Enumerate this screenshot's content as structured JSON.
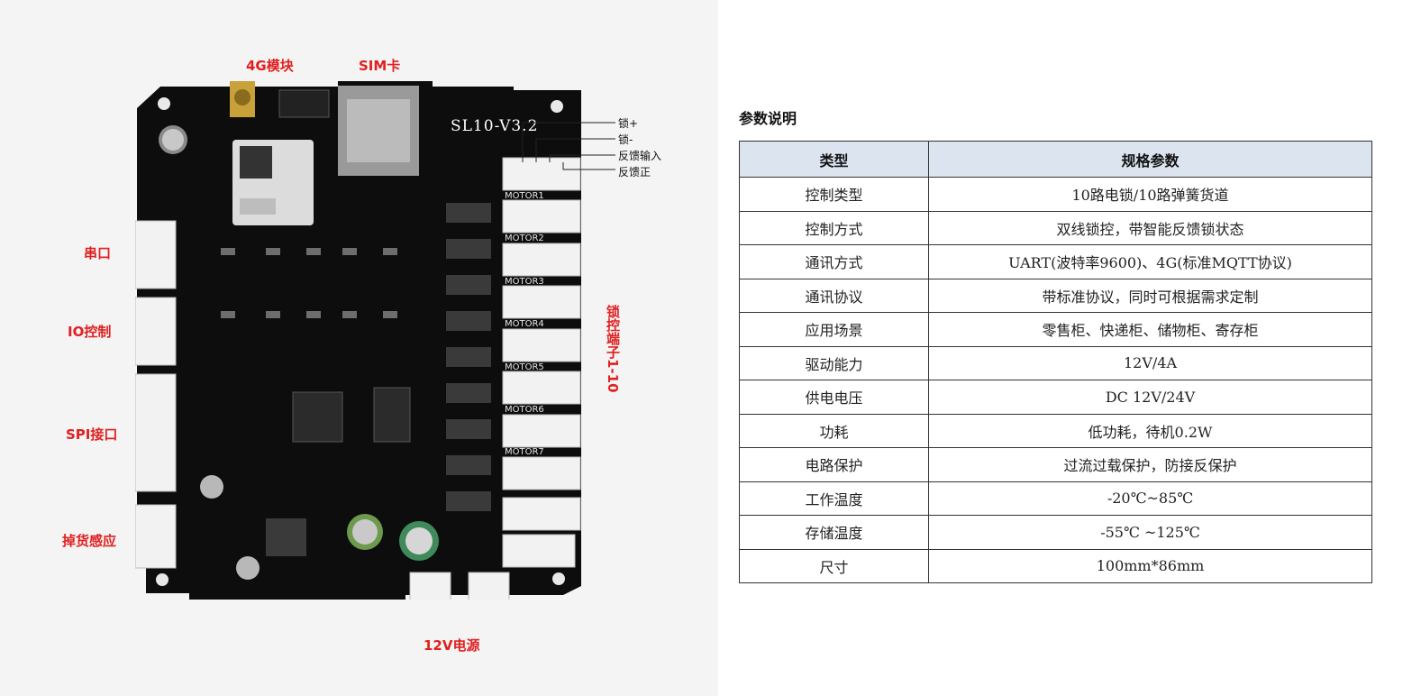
{
  "board": {
    "model": "SL10-V3.2",
    "motors": [
      "MOTOR1",
      "MOTOR2",
      "MOTOR3",
      "MOTOR4",
      "MOTOR5",
      "MOTOR6",
      "MOTOR7"
    ]
  },
  "callouts": {
    "module_4g": "4G模块",
    "sim_card": "SIM卡",
    "serial": "串口",
    "io_control": "IO控制",
    "spi": "SPI接口",
    "drop_sensor": "掉货感应",
    "power_12v": "12V电源",
    "lock_terminals": "锁控端子1-10"
  },
  "pin_labels": [
    "锁+",
    "锁-",
    "反馈输入",
    "反馈正"
  ],
  "spec": {
    "title": "参数说明",
    "headers": {
      "type": "类型",
      "value": "规格参数"
    },
    "rows": [
      {
        "type": "控制类型",
        "value": "10路电锁/10路弹簧货道"
      },
      {
        "type": "控制方式",
        "value": "双线锁控，带智能反馈锁状态"
      },
      {
        "type": "通讯方式",
        "value": "UART(波特率9600)、4G(标准MQTT协议)"
      },
      {
        "type": "通讯协议",
        "value": "带标准协议，同时可根据需求定制"
      },
      {
        "type": "应用场景",
        "value": "零售柜、快递柜、储物柜、寄存柜"
      },
      {
        "type": "驱动能力",
        "value": "12V/4A"
      },
      {
        "type": "供电电压",
        "value": "DC 12V/24V"
      },
      {
        "type": "功耗",
        "value": "低功耗，待机0.2W"
      },
      {
        "type": "电路保护",
        "value": "过流过载保护，防接反保护"
      },
      {
        "type": "工作温度",
        "value": "-20℃~85℃"
      },
      {
        "type": "存储温度",
        "value": "-55℃ ~125℃"
      },
      {
        "type": "尺寸",
        "value": "100mm*86mm"
      }
    ]
  },
  "colors": {
    "pcb": "#0d0d0d",
    "callout": "#e02020",
    "header_bg": "#dbe4ef",
    "connector": "#f2f2f2"
  }
}
